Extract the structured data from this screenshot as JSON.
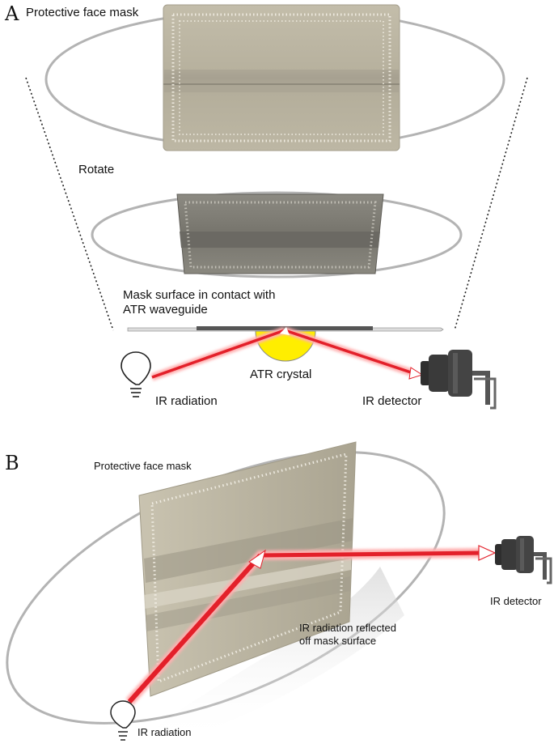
{
  "panels": {
    "a": {
      "letter": "A",
      "mask_label": "Protective face mask",
      "rotate_label": "Rotate",
      "contact_label_line1": "Mask surface in contact with",
      "contact_label_line2": "ATR waveguide",
      "crystal_label": "ATR crystal",
      "source_label": "IR radiation",
      "detector_label": "IR detector"
    },
    "b": {
      "letter": "B",
      "mask_label": "Protective face mask",
      "reflect_label_line1": "IR radiation reflected",
      "reflect_label_line2": "off mask surface",
      "source_label": "IR radiation",
      "detector_label": "IR detector"
    }
  },
  "colors": {
    "mask": "#b9b3a1",
    "mask_shadow": "#8e8a7c",
    "mask_dark": "#6c6a64",
    "beam": "#e3202a",
    "crystal": "#ffee00",
    "detector": "#3a3a3a",
    "strap": "#b3b3b3"
  },
  "icons": {
    "source": "lightbulb-icon",
    "detector": "ir-detector-icon"
  }
}
